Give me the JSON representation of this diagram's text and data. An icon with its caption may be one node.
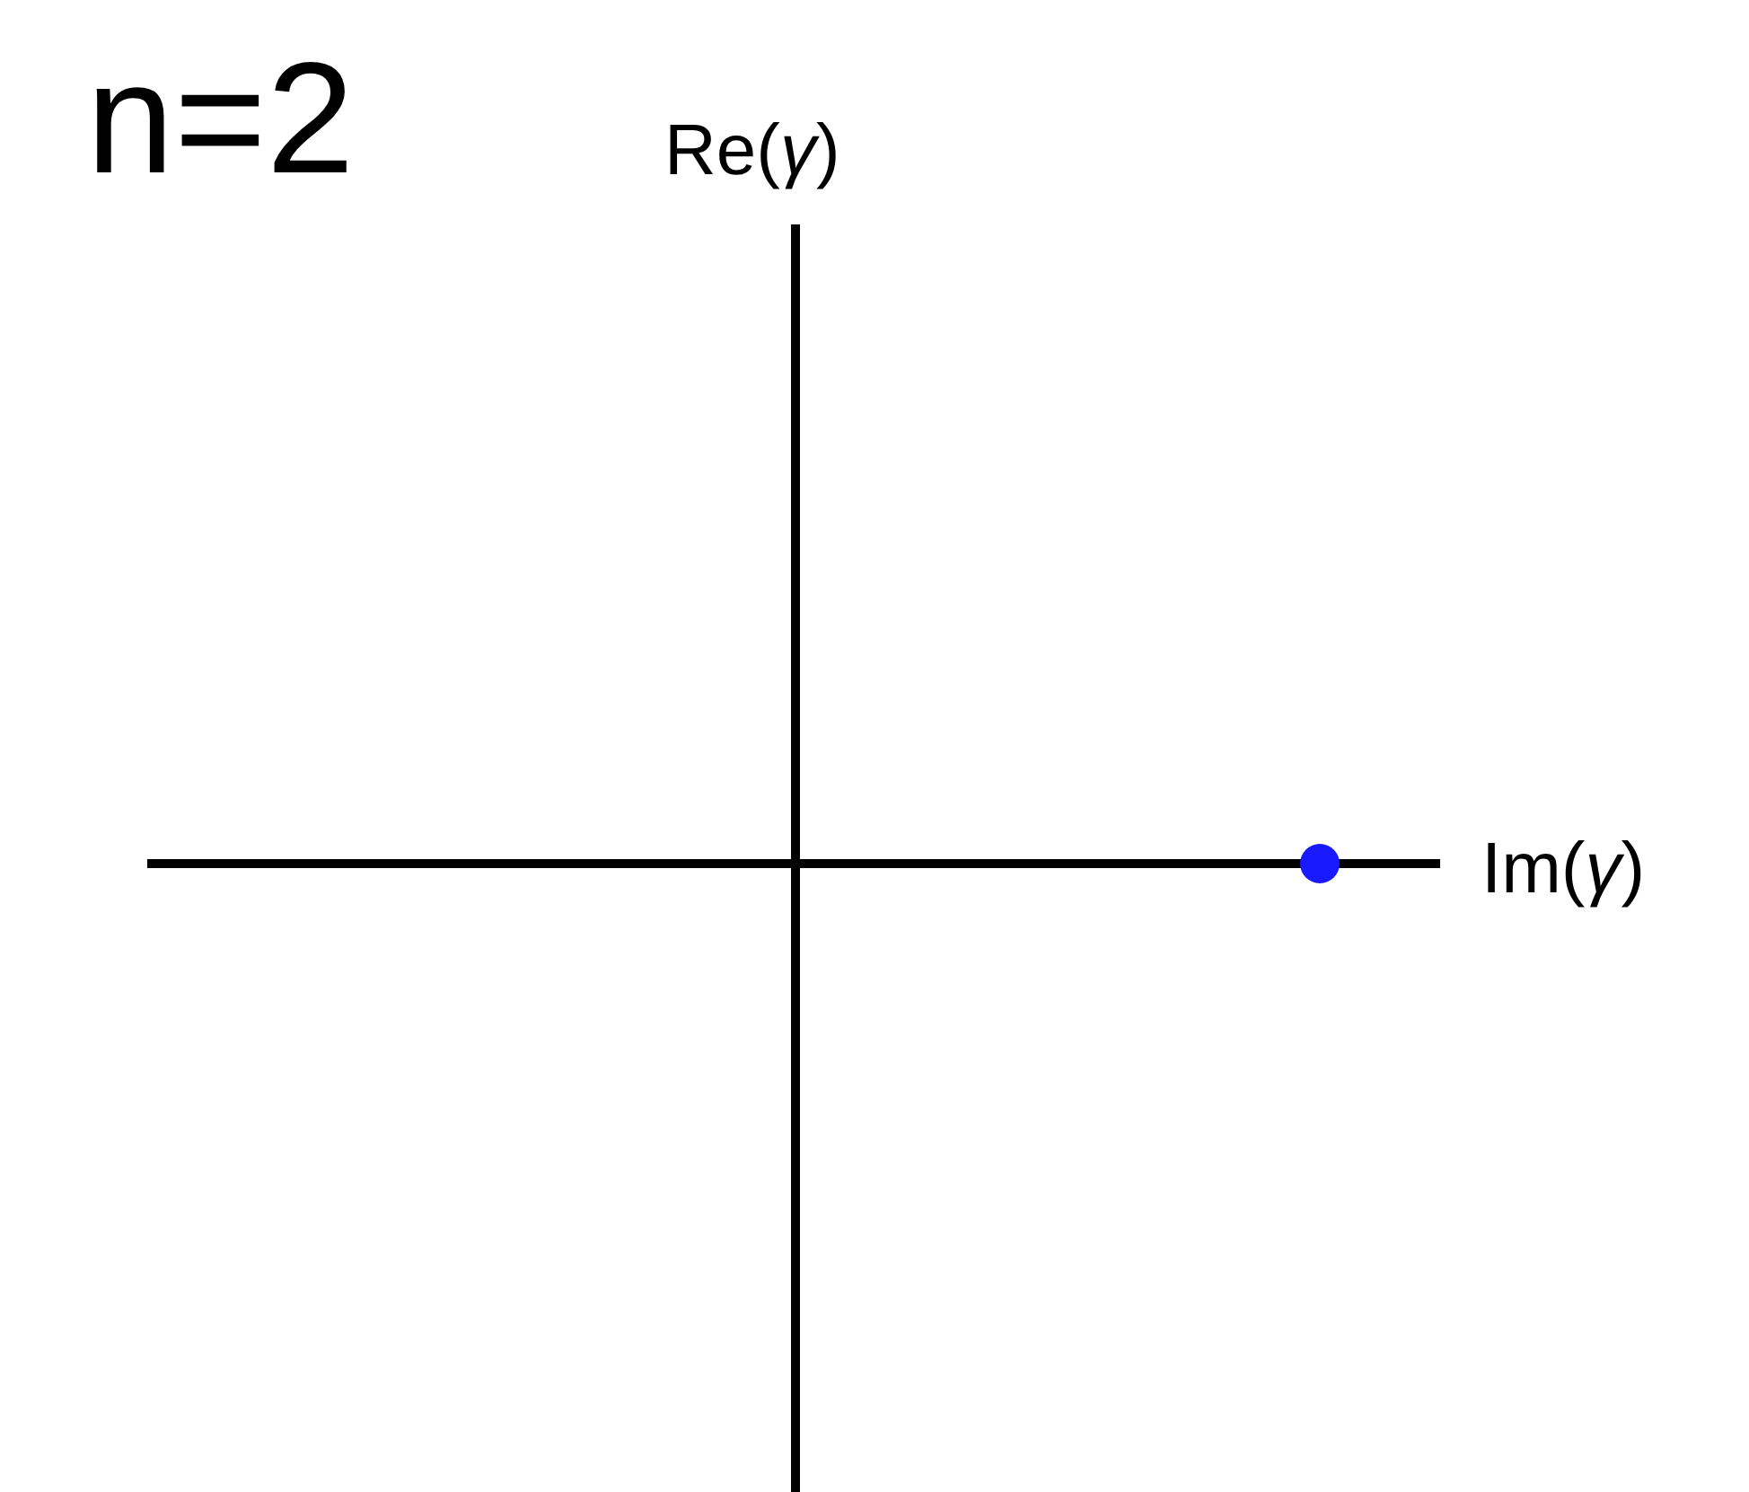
{
  "diagram": {
    "title": "n=2",
    "labels": [
      "Re(*γ*)",
      "Im(*γ*)"
    ]
  }
}
